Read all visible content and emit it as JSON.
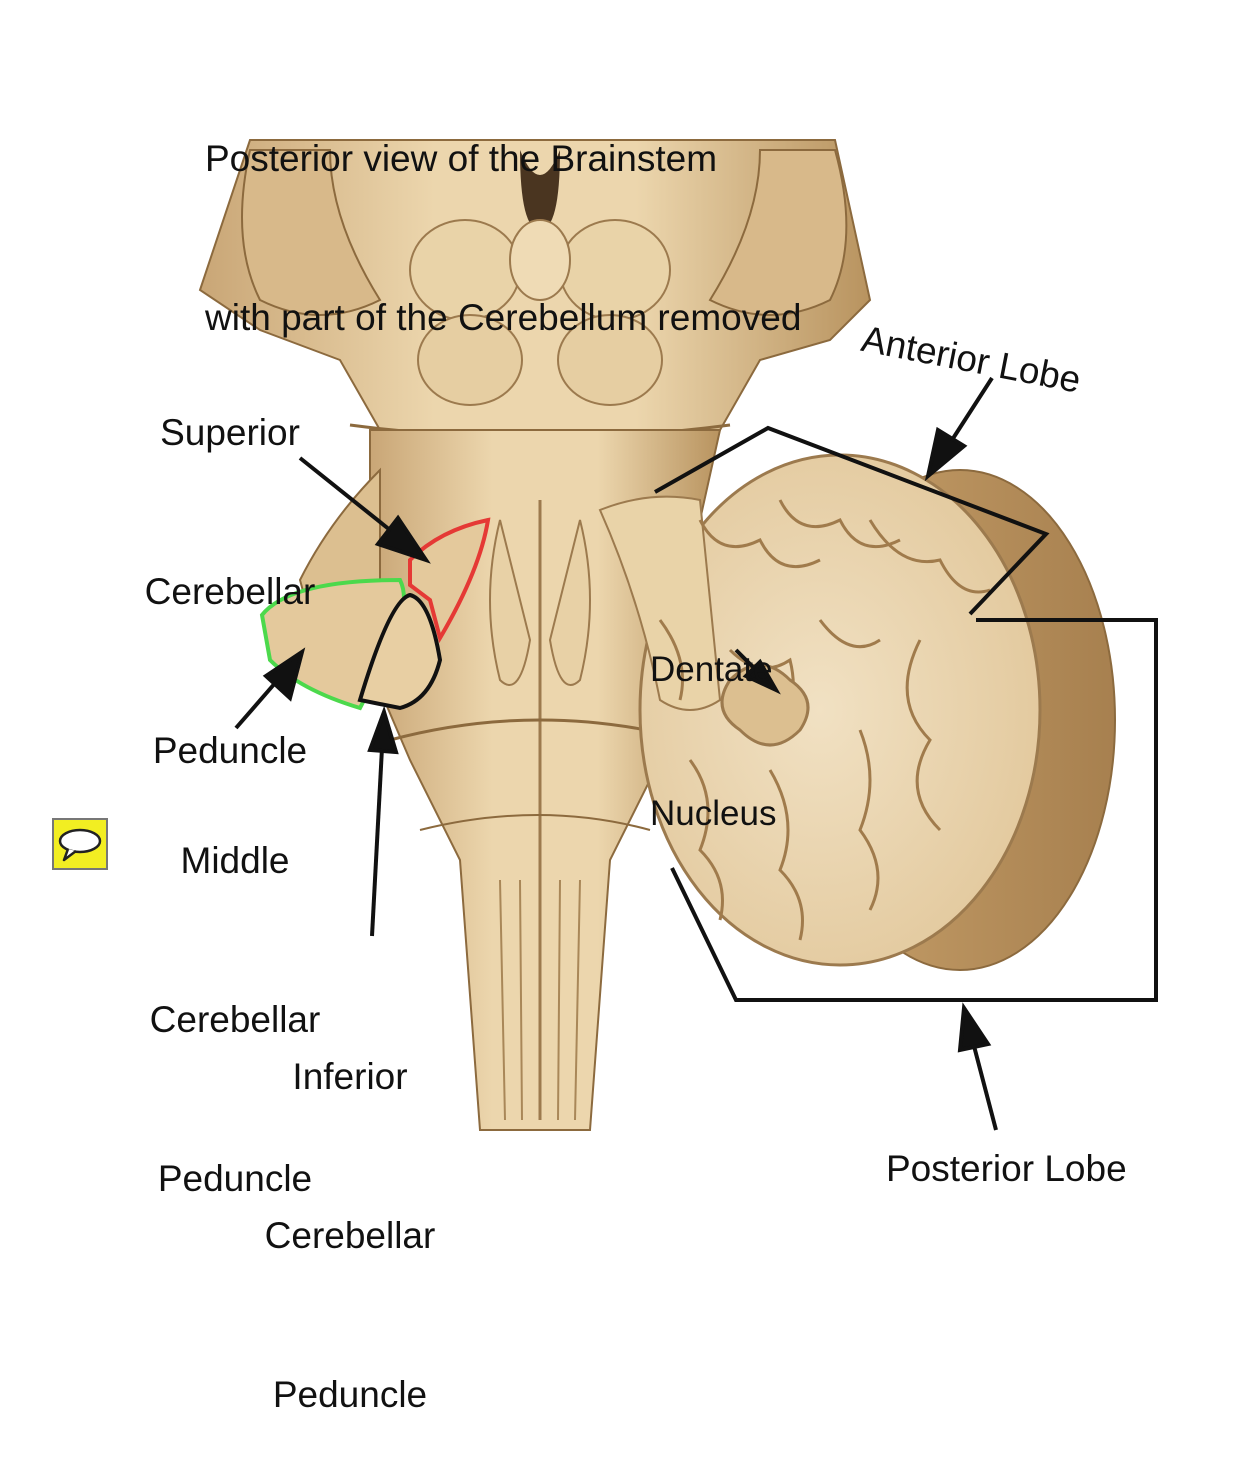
{
  "title_lines": [
    "Posterior view of the Brainstem",
    "with part of the Cerebellum removed"
  ],
  "labels": {
    "superior": [
      "Superior",
      "Cerebellar",
      "Peduncle"
    ],
    "middle": [
      "Middle",
      "Cerebellar",
      "Peduncle"
    ],
    "inferior": [
      "Inferior",
      "Cerebellar",
      "Peduncle"
    ],
    "dentate": [
      "Dentate",
      "Nucleus"
    ],
    "anterior_lobe": "Anterior Lobe",
    "posterior_lobe": "Posterior Lobe"
  },
  "outline_colors": {
    "superior_peduncle": "#e53935",
    "middle_peduncle": "#4cd94c",
    "inferior_peduncle": "#111111"
  },
  "note_icon": "speech-bubble-icon",
  "colors": {
    "tissue": "#e7cfa4",
    "tissue_shade": "#c9a676",
    "tissue_dark": "#9c7a4e"
  }
}
